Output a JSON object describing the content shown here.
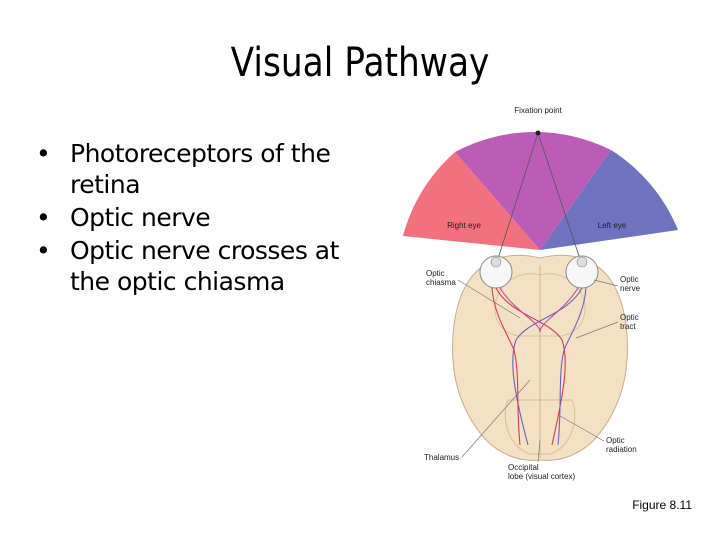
{
  "slide": {
    "title": "Visual Pathway",
    "bullets": [
      {
        "marker": "•",
        "text": "Photoreceptors of the retina"
      },
      {
        "marker": "•",
        "text": "Optic nerve"
      },
      {
        "marker": "•",
        "text": "Optic nerve crosses at the optic chiasma"
      }
    ],
    "caption": "Figure 8.11"
  },
  "figure": {
    "labels": {
      "fixation_point": "Fixation point",
      "right_eye": "Right eye",
      "left_eye": "Left eye",
      "optic_chiasma": "Optic chiasma",
      "optic_nerve": "Optic nerve",
      "optic_tract": "Optic tract",
      "optic_radiation": "Optic radiation",
      "thalamus": "Thalamus",
      "occipital_lobe": "Occipital lobe (visual cortex)"
    },
    "colors": {
      "right_field": "#f2717e",
      "center_field": "#bb5db6",
      "left_field": "#6f72bf",
      "brain": "#f4e1c4",
      "brain_outline": "#c9ad86"
    }
  }
}
